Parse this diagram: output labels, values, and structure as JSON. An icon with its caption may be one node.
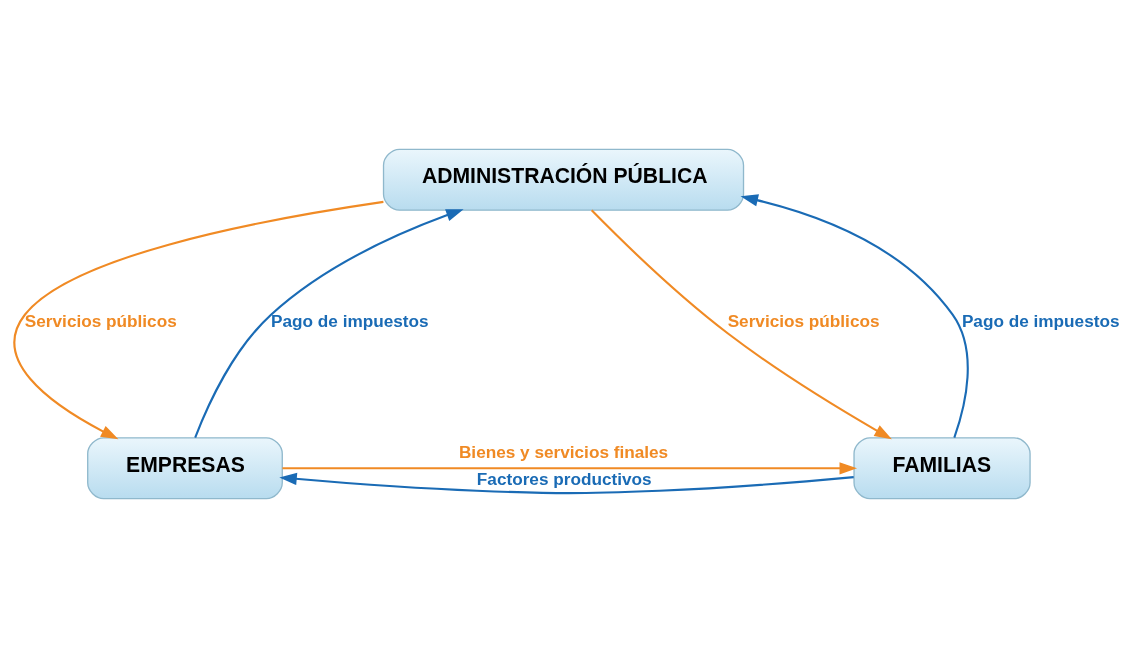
{
  "diagram": {
    "nodes": [
      {
        "text": [
          "ADMINISTRACIÓN PÚBLICA"
        ]
      },
      {
        "text": [
          "EMPRESAS"
        ]
      },
      {
        "text": [
          "FAMILIAS"
        ]
      }
    ],
    "edges": [
      {
        "from": 1,
        "to": 0,
        "arrow": "to",
        "label": "Pago de impuestos",
        "color": "#1a6bb5"
      },
      {
        "from": 0,
        "to": 1,
        "arrow": "to",
        "label": "Servicios públicos",
        "color": "#f08a24"
      },
      {
        "from": 0,
        "to": 2,
        "arrow": "to",
        "label": "Servicios públicos",
        "color": "#f08a24"
      },
      {
        "from": 2,
        "to": 0,
        "arrow": "to",
        "label": "Pago de impuestos",
        "color": "#1a6bb5"
      },
      {
        "from": 1,
        "to": 2,
        "arrow": "to",
        "label": "Bienes y servicios finales",
        "color": "#f08a24"
      },
      {
        "from": 2,
        "to": 1,
        "arrow": "to",
        "label": "Factores productivos",
        "color": "#1a6bb5"
      }
    ]
  }
}
